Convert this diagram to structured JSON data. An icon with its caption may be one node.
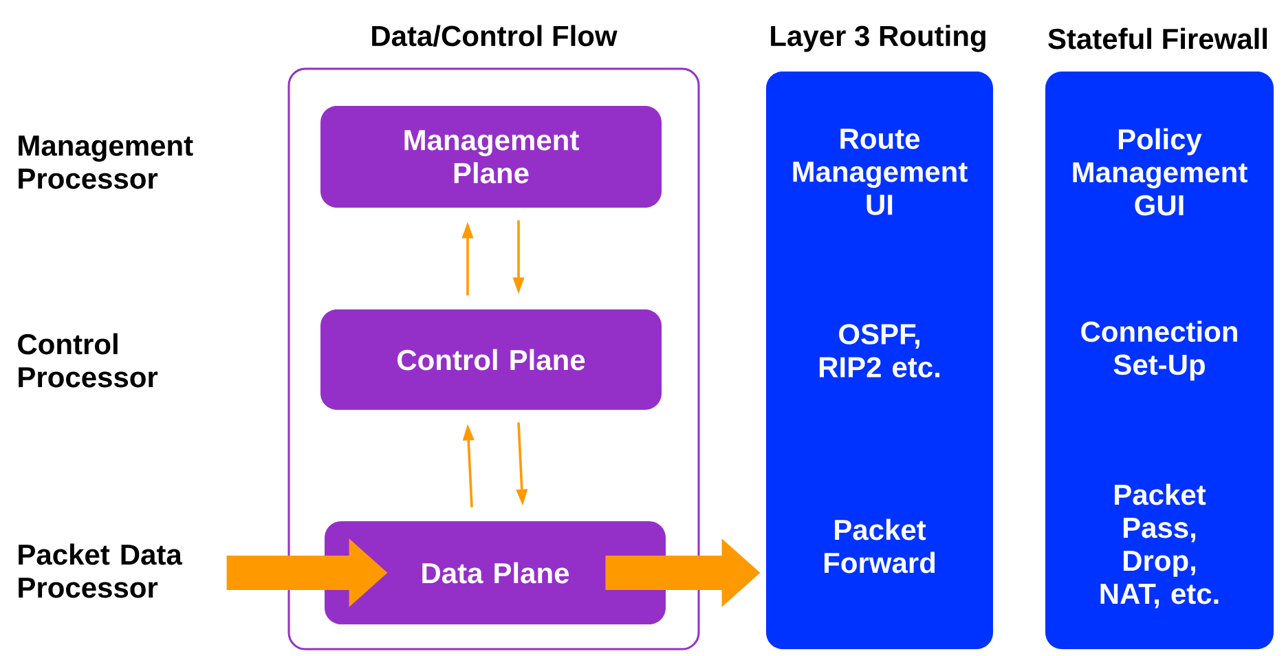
{
  "diagram": {
    "nodes": [
      {
        "text": [
          "Data/Control Flow"
        ]
      },
      {
        "text": [
          "Management Plane"
        ],
        "in": 0
      },
      {
        "text": [
          "Control Plane"
        ],
        "in": 0
      },
      {
        "text": [
          "Data Plane"
        ],
        "in": 0
      },
      {
        "text": [
          "Layer 3 Routing",
          "Route Management UI",
          "OSPF, RIP2 etc.",
          "Packet Forward"
        ]
      },
      {
        "text": [
          "Stateful Firewall",
          "Policy Management GUI",
          "Connection Set-Up",
          "Packet Pass, Drop, NAT, etc."
        ]
      }
    ],
    "edges": [
      {
        "from": 2,
        "to": 1,
        "arrow": "to"
      },
      {
        "from": 1,
        "to": 2,
        "arrow": "to"
      },
      {
        "from": 3,
        "to": 2,
        "arrow": "to"
      },
      {
        "from": 2,
        "to": 3,
        "arrow": "to"
      },
      {
        "from": null,
        "to": 3,
        "arrow": "to",
        "style": "thick"
      },
      {
        "from": 3,
        "to": 4,
        "arrow": "to",
        "style": "thick"
      }
    ],
    "labels": [
      "Management Processor",
      "Control Processor",
      "Packet Data Processor"
    ]
  }
}
